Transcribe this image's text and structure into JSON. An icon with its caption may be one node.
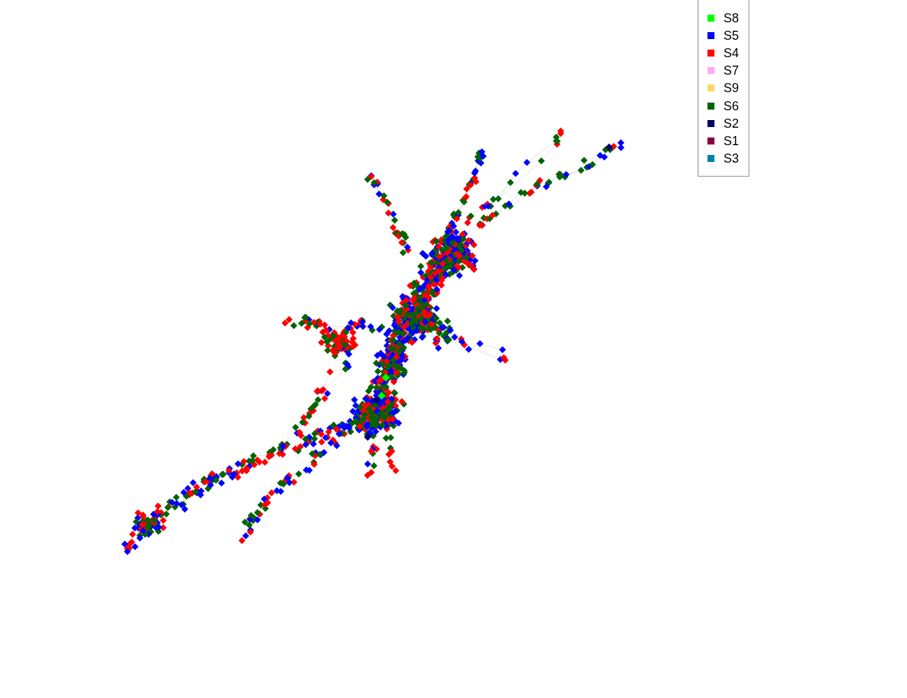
{
  "diagram": {
    "legend": [
      {
        "text": "S8",
        "color": "#00ff00"
      },
      {
        "text": "S5",
        "color": "#0000ff"
      },
      {
        "text": "S4",
        "color": "#ff0000"
      },
      {
        "text": "S7",
        "color": "#ffaaf8"
      },
      {
        "text": "S9",
        "color": "#ffd966"
      },
      {
        "text": "S6",
        "color": "#006400"
      },
      {
        "text": "S2",
        "color": "#000066"
      },
      {
        "text": "S1",
        "color": "#880040"
      },
      {
        "text": "S3",
        "color": "#0080b0"
      }
    ]
  }
}
